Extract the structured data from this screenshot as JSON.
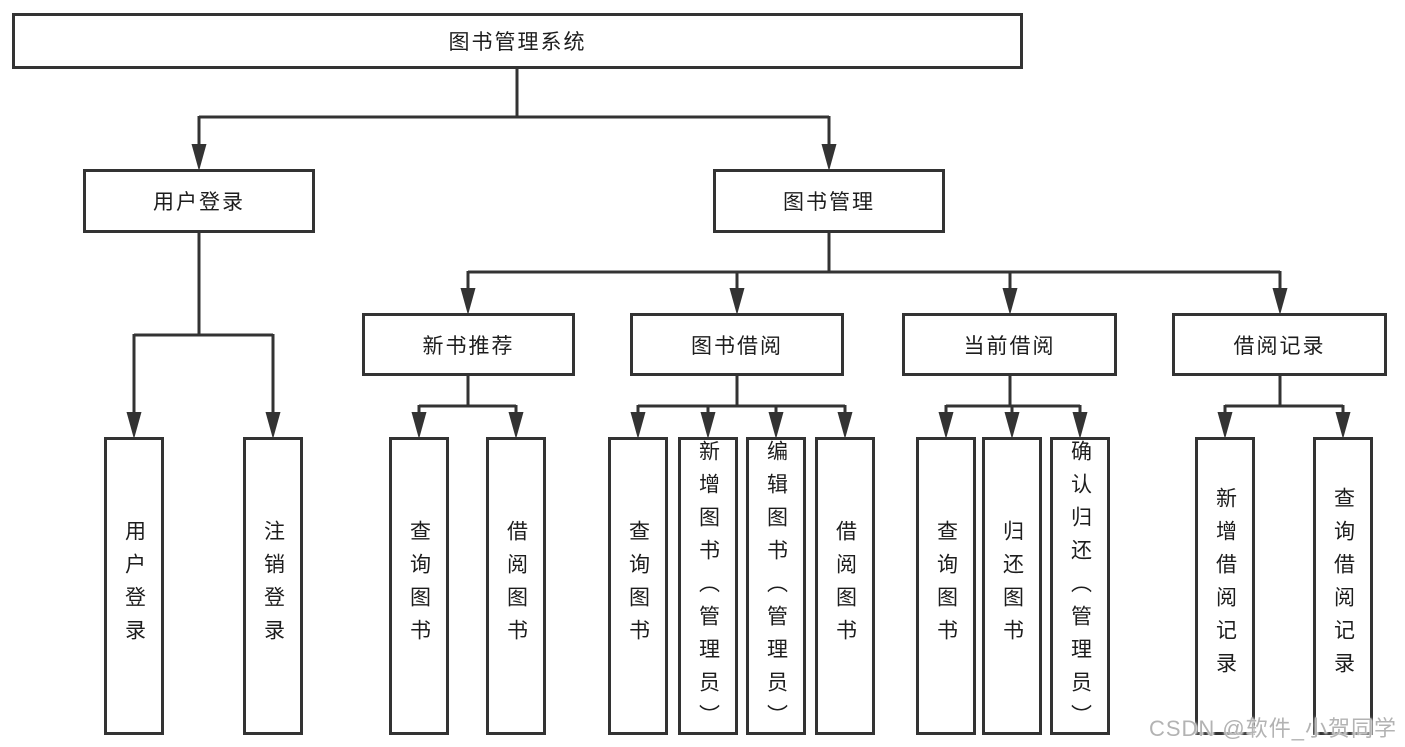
{
  "diagram": {
    "tree": {
      "label": "图书管理系统",
      "children": [
        {
          "label": "用户登录",
          "children": [
            {
              "label": "用户登录"
            },
            {
              "label": "注销登录"
            }
          ]
        },
        {
          "label": "图书管理",
          "children": [
            {
              "label": "新书推荐",
              "children": [
                {
                  "label": "查询图书"
                },
                {
                  "label": "借阅图书"
                }
              ]
            },
            {
              "label": "图书借阅",
              "children": [
                {
                  "label": "查询图书"
                },
                {
                  "label": "新增图书（管理员）"
                },
                {
                  "label": "编辑图书（管理员）"
                },
                {
                  "label": "借阅图书"
                }
              ]
            },
            {
              "label": "当前借阅",
              "children": [
                {
                  "label": "查询图书"
                },
                {
                  "label": "归还图书"
                },
                {
                  "label": "确认归还（管理员）"
                }
              ]
            },
            {
              "label": "借阅记录",
              "children": [
                {
                  "label": "新增借阅记录"
                },
                {
                  "label": "查询借阅记录"
                }
              ]
            }
          ]
        }
      ]
    }
  },
  "watermark": {
    "text": "CSDN @软件_小贺同学"
  },
  "colors": {
    "line": "#333333",
    "text": "#1d1d1d",
    "watermark": "#b3b3b3",
    "background": "#ffffff"
  }
}
